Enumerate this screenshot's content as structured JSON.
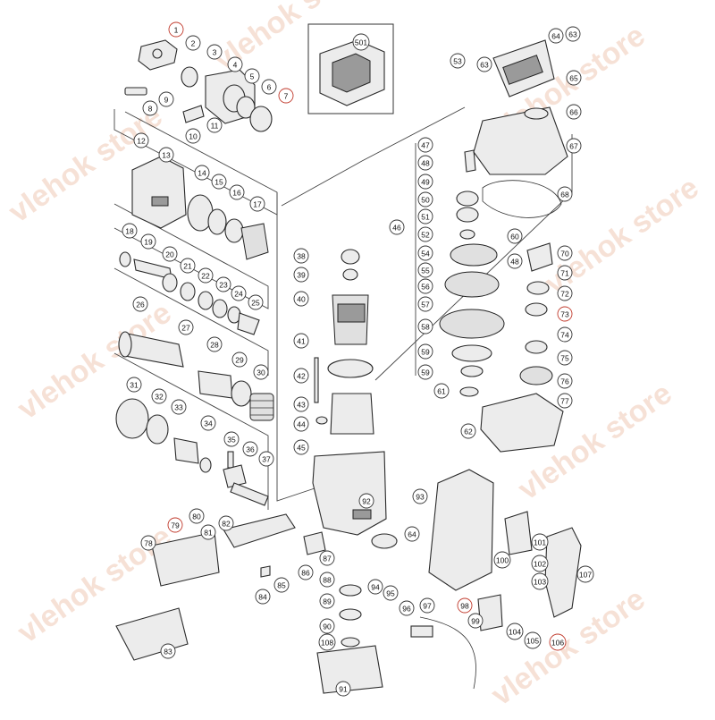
{
  "watermark": "vlehok store",
  "accent_color": "#c0392b",
  "parts": [
    {
      "id": "1",
      "red": true
    },
    {
      "id": "2",
      "red": false
    },
    {
      "id": "3",
      "red": false
    },
    {
      "id": "4",
      "red": false
    },
    {
      "id": "5",
      "red": false
    },
    {
      "id": "6",
      "red": false
    },
    {
      "id": "7",
      "red": true
    },
    {
      "id": "8",
      "red": false
    },
    {
      "id": "9",
      "red": false
    },
    {
      "id": "10",
      "red": false
    },
    {
      "id": "11",
      "red": false
    },
    {
      "id": "12",
      "red": false
    },
    {
      "id": "13",
      "red": false
    },
    {
      "id": "14",
      "red": false
    },
    {
      "id": "15",
      "red": false
    },
    {
      "id": "16",
      "red": false
    },
    {
      "id": "17",
      "red": false
    },
    {
      "id": "18",
      "red": false
    },
    {
      "id": "19",
      "red": false
    },
    {
      "id": "20",
      "red": false
    },
    {
      "id": "21",
      "red": false
    },
    {
      "id": "22",
      "red": false
    },
    {
      "id": "23",
      "red": false
    },
    {
      "id": "24",
      "red": false
    },
    {
      "id": "25",
      "red": false
    },
    {
      "id": "26",
      "red": false
    },
    {
      "id": "27",
      "red": false
    },
    {
      "id": "28",
      "red": false
    },
    {
      "id": "29",
      "red": false
    },
    {
      "id": "30",
      "red": false
    },
    {
      "id": "31",
      "red": false
    },
    {
      "id": "32",
      "red": false
    },
    {
      "id": "33",
      "red": false
    },
    {
      "id": "34",
      "red": false
    },
    {
      "id": "35",
      "red": false
    },
    {
      "id": "36",
      "red": false
    },
    {
      "id": "37",
      "red": false
    },
    {
      "id": "38",
      "red": false
    },
    {
      "id": "39",
      "red": false
    },
    {
      "id": "40",
      "red": false
    },
    {
      "id": "41",
      "red": false
    },
    {
      "id": "42",
      "red": false
    },
    {
      "id": "43",
      "red": false
    },
    {
      "id": "44",
      "red": false
    },
    {
      "id": "45",
      "red": false
    },
    {
      "id": "46",
      "red": false
    },
    {
      "id": "47",
      "red": false
    },
    {
      "id": "48",
      "red": false
    },
    {
      "id": "48",
      "red": false
    },
    {
      "id": "49",
      "red": false
    },
    {
      "id": "50",
      "red": false
    },
    {
      "id": "51",
      "red": false
    },
    {
      "id": "52",
      "red": false
    },
    {
      "id": "53",
      "red": false
    },
    {
      "id": "54",
      "red": false
    },
    {
      "id": "55",
      "red": false
    },
    {
      "id": "56",
      "red": false
    },
    {
      "id": "57",
      "red": false
    },
    {
      "id": "58",
      "red": false
    },
    {
      "id": "59",
      "red": false
    },
    {
      "id": "59",
      "red": false
    },
    {
      "id": "60",
      "red": false
    },
    {
      "id": "61",
      "red": false
    },
    {
      "id": "62",
      "red": false
    },
    {
      "id": "63",
      "red": false
    },
    {
      "id": "63",
      "red": false
    },
    {
      "id": "64",
      "red": false
    },
    {
      "id": "64",
      "red": false
    },
    {
      "id": "65",
      "red": false
    },
    {
      "id": "66",
      "red": false
    },
    {
      "id": "67",
      "red": false
    },
    {
      "id": "68",
      "red": false
    },
    {
      "id": "70",
      "red": false
    },
    {
      "id": "71",
      "red": false
    },
    {
      "id": "72",
      "red": false
    },
    {
      "id": "73",
      "red": true
    },
    {
      "id": "74",
      "red": false
    },
    {
      "id": "75",
      "red": false
    },
    {
      "id": "76",
      "red": false
    },
    {
      "id": "77",
      "red": false
    },
    {
      "id": "78",
      "red": false
    },
    {
      "id": "79",
      "red": true
    },
    {
      "id": "80",
      "red": false
    },
    {
      "id": "81",
      "red": false
    },
    {
      "id": "82",
      "red": false
    },
    {
      "id": "83",
      "red": false
    },
    {
      "id": "84",
      "red": false
    },
    {
      "id": "85",
      "red": false
    },
    {
      "id": "86",
      "red": false
    },
    {
      "id": "87",
      "red": false
    },
    {
      "id": "88",
      "red": false
    },
    {
      "id": "89",
      "red": false
    },
    {
      "id": "90",
      "red": false
    },
    {
      "id": "91",
      "red": false
    },
    {
      "id": "92",
      "red": false
    },
    {
      "id": "93",
      "red": false
    },
    {
      "id": "94",
      "red": false
    },
    {
      "id": "95",
      "red": false
    },
    {
      "id": "96",
      "red": false
    },
    {
      "id": "97",
      "red": false
    },
    {
      "id": "98",
      "red": true
    },
    {
      "id": "99",
      "red": false
    },
    {
      "id": "100",
      "red": false
    },
    {
      "id": "101",
      "red": false
    },
    {
      "id": "102",
      "red": false
    },
    {
      "id": "103",
      "red": false
    },
    {
      "id": "104",
      "red": false
    },
    {
      "id": "105",
      "red": false
    },
    {
      "id": "106",
      "red": true
    },
    {
      "id": "107",
      "red": false
    },
    {
      "id": "108",
      "red": false
    },
    {
      "id": "501",
      "red": false
    }
  ]
}
